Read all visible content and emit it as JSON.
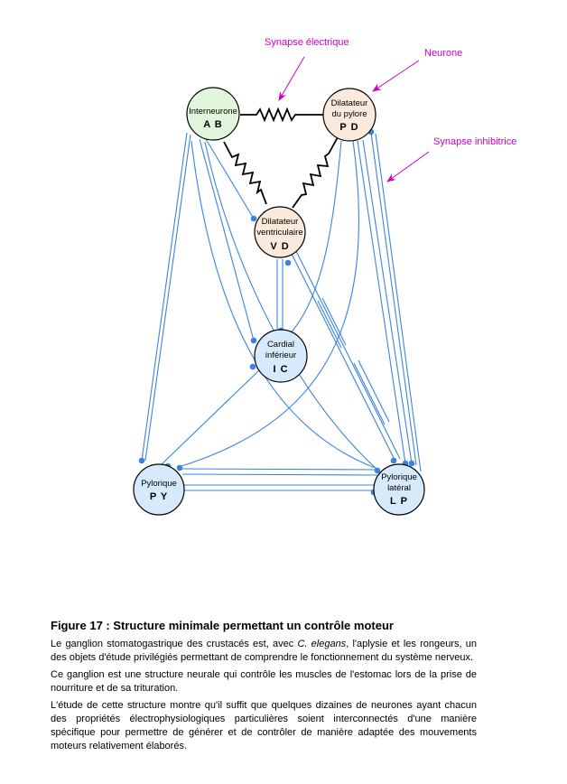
{
  "colors": {
    "connection": "#3a84e0",
    "callout": "#cc00cc",
    "neuron_ab_fill": "#e2f6dc",
    "neuron_orange_fill": "#fbeadb",
    "neuron_blue_fill": "#d7eafb",
    "stroke": "#000000"
  },
  "callouts": {
    "electrical": "Synapse électrique",
    "neuron": "Neurone",
    "inhibitory": "Synapse inhibitrice"
  },
  "neurons": {
    "ab": {
      "name_lines": [
        "Interneurone"
      ],
      "code": "A B"
    },
    "pd": {
      "name_lines": [
        "Dilatateur",
        "du pylore"
      ],
      "code": "P D"
    },
    "vd": {
      "name_lines": [
        "Dilatateur",
        "ventriculaire"
      ],
      "code": "V D"
    },
    "ic": {
      "name_lines": [
        "Cardial",
        "inférieur"
      ],
      "code": "I C"
    },
    "py": {
      "name_lines": [
        "Pylorique"
      ],
      "code": "P Y"
    },
    "lp": {
      "name_lines": [
        "Pylorique",
        "latéral"
      ],
      "code": "L P"
    }
  },
  "caption": {
    "title": "Figure 17 : Structure minimale permettant un contrôle moteur",
    "p1_before": "Le ganglion stomatogastrique des crustacés est, avec ",
    "p1_italic": "C. elegans",
    "p1_after": ", l'aplysie et les rongeurs, un des objets d'étude privilégiés permettant de comprendre le fonctionnement du système nerveux.",
    "p2": "Ce ganglion est une structure neurale qui contrôle les muscles de l'estomac lors de la prise de nourriture et de sa trituration.",
    "p3": "L'étude de cette structure montre qu'il suffit que quelques dizaines de neurones ayant chacun des propriétés électrophysiologiques particulières soient interconnectés d'une manière spécifique pour permettre de générer et de contrôler de manière adaptée des mouvements moteurs relativement élaborés."
  }
}
